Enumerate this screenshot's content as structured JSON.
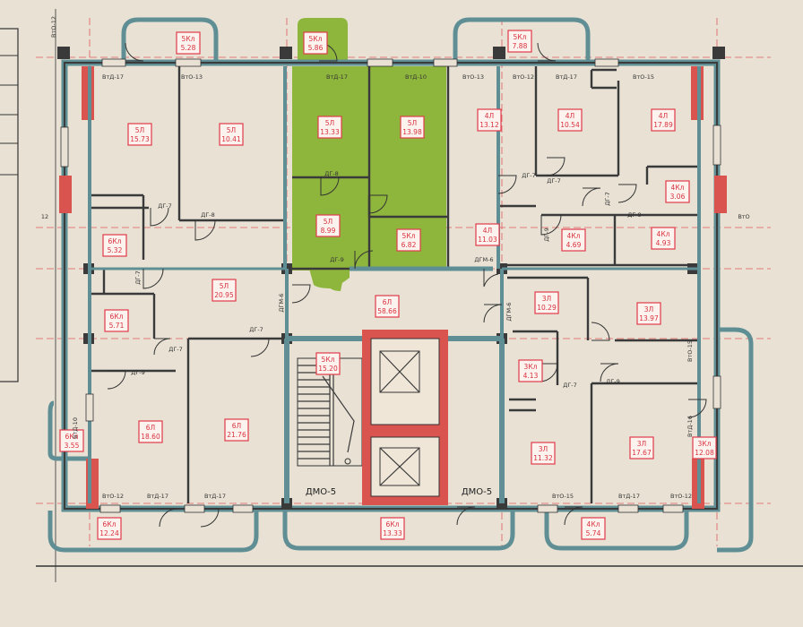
{
  "rooms": [
    {
      "id": "r1",
      "code": "5Кл",
      "area": "5.28"
    },
    {
      "id": "r2",
      "code": "5Кл",
      "area": "5.86"
    },
    {
      "id": "r3",
      "code": "5Кл",
      "area": "7.88"
    },
    {
      "id": "r4",
      "code": "5Л",
      "area": "15.73"
    },
    {
      "id": "r5",
      "code": "5Л",
      "area": "10.41"
    },
    {
      "id": "r6",
      "code": "5Л",
      "area": "13.33"
    },
    {
      "id": "r7",
      "code": "5Л",
      "area": "13.98"
    },
    {
      "id": "r8",
      "code": "4Л",
      "area": "13.12"
    },
    {
      "id": "r9",
      "code": "4Л",
      "area": "10.54"
    },
    {
      "id": "r10",
      "code": "4Л",
      "area": "17.89"
    },
    {
      "id": "r11",
      "code": "6Кл",
      "area": "5.32"
    },
    {
      "id": "r12",
      "code": "5Л",
      "area": "8.99"
    },
    {
      "id": "r13",
      "code": "5Кл",
      "area": "6.82"
    },
    {
      "id": "r14",
      "code": "4Л",
      "area": "11.03"
    },
    {
      "id": "r15",
      "code": "4Кл",
      "area": "4.69"
    },
    {
      "id": "r16",
      "code": "4Кл",
      "area": "4.93"
    },
    {
      "id": "r17",
      "code": "4Кл",
      "area": "3.06"
    },
    {
      "id": "r18",
      "code": "5Л",
      "area": "20.95"
    },
    {
      "id": "r19",
      "code": "6Кл",
      "area": "5.71"
    },
    {
      "id": "r20",
      "code": "6Л",
      "area": "58.66"
    },
    {
      "id": "r21",
      "code": "3Л",
      "area": "10.29"
    },
    {
      "id": "r22",
      "code": "3Л",
      "area": "13.97"
    },
    {
      "id": "r23",
      "code": "5Кл",
      "area": "15.20"
    },
    {
      "id": "r24",
      "code": "3Кл",
      "area": "4.13"
    },
    {
      "id": "r25",
      "code": "6Л",
      "area": "18.60"
    },
    {
      "id": "r26",
      "code": "6Л",
      "area": "21.76"
    },
    {
      "id": "r27",
      "code": "3Л",
      "area": "11.32"
    },
    {
      "id": "r28",
      "code": "3Л",
      "area": "17.67"
    },
    {
      "id": "r29",
      "code": "6Кл",
      "area": "3.55"
    },
    {
      "id": "r30",
      "code": "3Кл",
      "area": "12.08"
    },
    {
      "id": "r31",
      "code": "6Кл",
      "area": "12.24"
    },
    {
      "id": "r32",
      "code": "6Кл",
      "area": "13.33"
    },
    {
      "id": "r33",
      "code": "4Кл",
      "area": "5.74"
    }
  ],
  "window_labels": [
    {
      "id": "w1",
      "text": "ВтД-17"
    },
    {
      "id": "w2",
      "text": "ВтО-13"
    },
    {
      "id": "w3",
      "text": "ВтД-17"
    },
    {
      "id": "w4",
      "text": "ВтД-10"
    },
    {
      "id": "w5",
      "text": "ВтО-13"
    },
    {
      "id": "w6",
      "text": "ВтО-12"
    },
    {
      "id": "w7",
      "text": "ВтД-17"
    },
    {
      "id": "w8",
      "text": "ВтО-15"
    },
    {
      "id": "w9",
      "text": "ВтО-12"
    },
    {
      "id": "w10",
      "text": "ВтД-17"
    },
    {
      "id": "w11",
      "text": "ВтД-17"
    },
    {
      "id": "w12",
      "text": "ВтО-15"
    },
    {
      "id": "w13",
      "text": "ВтД-17"
    },
    {
      "id": "w14",
      "text": "ВтО-12"
    },
    {
      "id": "w15",
      "text": "ВтД-10"
    },
    {
      "id": "w16",
      "text": "ВтО-15"
    },
    {
      "id": "w17",
      "text": "ВтД-16"
    },
    {
      "id": "w18",
      "text": "ВтО"
    },
    {
      "id": "w19",
      "text": "ВтО-12"
    }
  ],
  "door_labels": [
    {
      "id": "d1",
      "text": "ДГ-7"
    },
    {
      "id": "d2",
      "text": "ДГ-8"
    },
    {
      "id": "d3",
      "text": "ДГ-7"
    },
    {
      "id": "d4",
      "text": "ДГ-7"
    },
    {
      "id": "d5",
      "text": "ДГ-9"
    },
    {
      "id": "d6",
      "text": "ДГ-7"
    },
    {
      "id": "d7",
      "text": "ДГ-8"
    },
    {
      "id": "d8",
      "text": "ДГ-9"
    },
    {
      "id": "d9",
      "text": "ДГ-7"
    },
    {
      "id": "d10",
      "text": "ДГ-7"
    },
    {
      "id": "d11",
      "text": "ДГМ-6"
    },
    {
      "id": "d12",
      "text": "ДГМ-6"
    },
    {
      "id": "d13",
      "text": "ДГМ-6"
    },
    {
      "id": "d14",
      "text": "ДГ-9"
    },
    {
      "id": "d15",
      "text": "ДГ-7"
    },
    {
      "id": "d16",
      "text": "ДГ-7"
    },
    {
      "id": "d17",
      "text": "ДГ-9"
    },
    {
      "id": "d18",
      "text": "ДГ-9"
    }
  ],
  "entrance_labels": [
    {
      "id": "e1",
      "text": "ДМО-5"
    },
    {
      "id": "e2",
      "text": "ДМО-5"
    }
  ],
  "axis_marks": [
    {
      "id": "a1",
      "text": "12"
    }
  ],
  "colors": {
    "background": "#e8e1d4",
    "highlight_apartment": "#8fb63c",
    "room_tag": "#d8303f",
    "external_wall": "#5f8f95",
    "column_hatch": "#d9534f"
  }
}
